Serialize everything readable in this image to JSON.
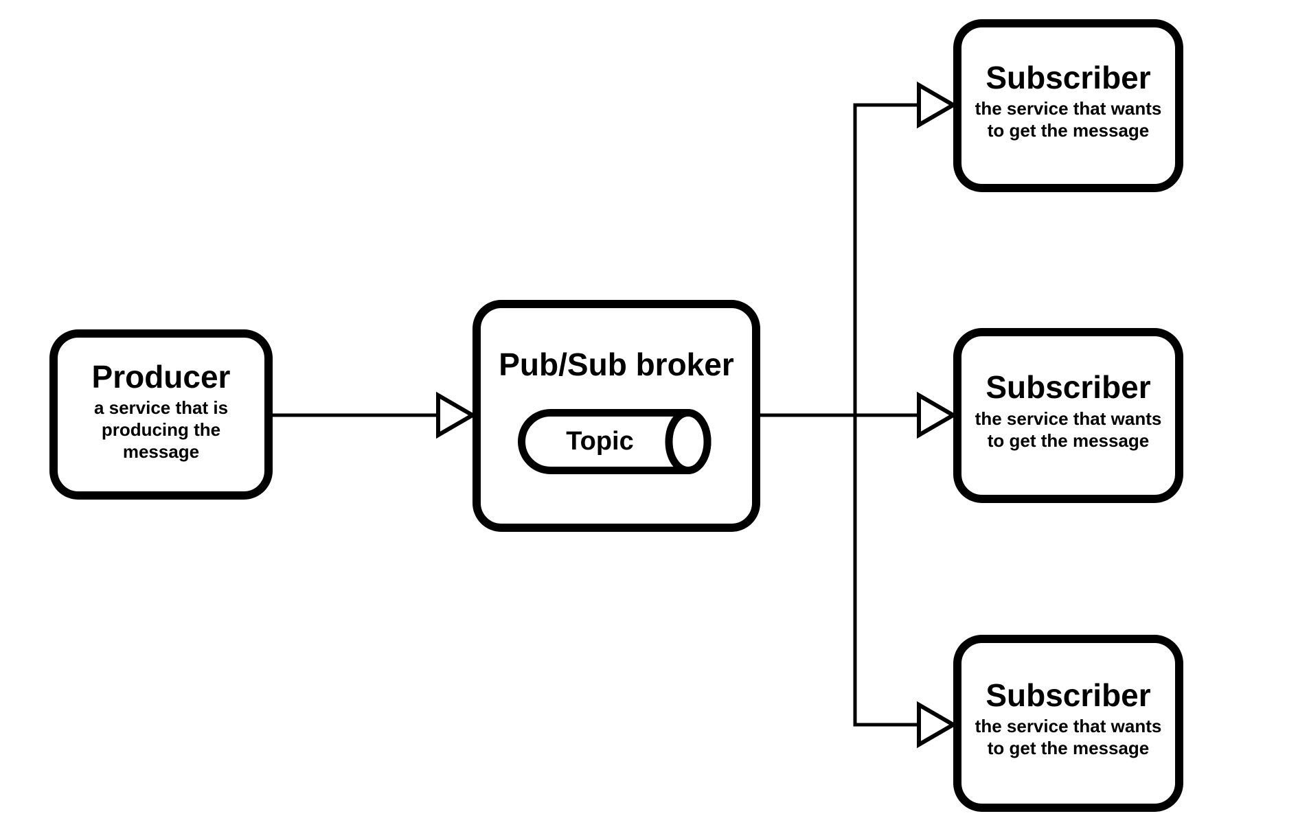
{
  "canvas": {
    "background": "#ffffff",
    "stroke_color": "#000000",
    "node_fill": "#ffffff"
  },
  "nodes": {
    "producer": {
      "title": "Producer",
      "subtitle": "a service that is producing the message"
    },
    "broker": {
      "title": "Pub/Sub broker",
      "topic": "Topic"
    },
    "subscribers": [
      {
        "title": "Subscriber",
        "subtitle": "the service that wants to get the message"
      },
      {
        "title": "Subscriber",
        "subtitle": "the service that wants to get the message"
      },
      {
        "title": "Subscriber",
        "subtitle": "the service that wants to get the message"
      }
    ]
  },
  "edges": [
    {
      "from": "Producer",
      "to": "Pub/Sub broker"
    },
    {
      "from": "Pub/Sub broker",
      "to": "Subscriber 1"
    },
    {
      "from": "Pub/Sub broker",
      "to": "Subscriber 2"
    },
    {
      "from": "Pub/Sub broker",
      "to": "Subscriber 3"
    }
  ]
}
